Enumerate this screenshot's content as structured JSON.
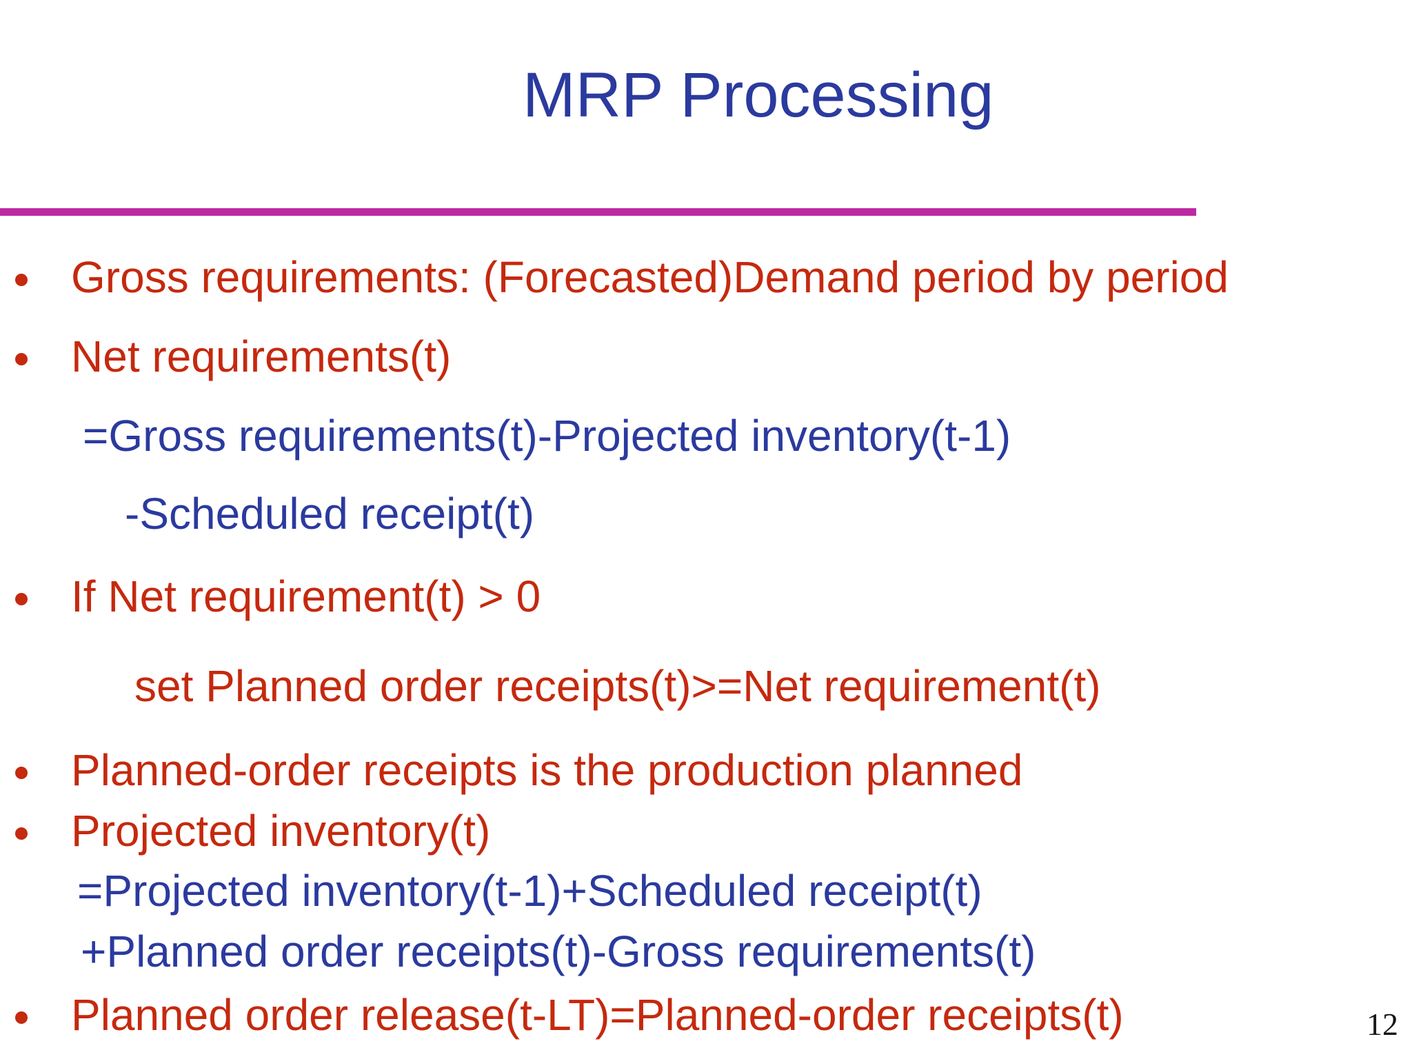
{
  "slide": {
    "title": "MRP Processing",
    "page_number": "12",
    "colors": {
      "title_blue": "#2b3a9e",
      "body_blue": "#2b3a9e",
      "body_red": "#c5290e",
      "divider_magenta": "#bc29a2",
      "background": "#ffffff",
      "page_number_black": "#161616"
    },
    "lines": [
      {
        "text": "Gross requirements: (Forecasted)Demand period by period",
        "color": "red",
        "bullet": true
      },
      {
        "text": "Net requirements(t)",
        "color": "red",
        "bullet": true
      },
      {
        "text": "=Gross requirements(t)-Projected inventory(t-1)",
        "color": "blue",
        "bullet": false
      },
      {
        "text": "-Scheduled receipt(t)",
        "color": "blue",
        "bullet": false
      },
      {
        "text": "If Net requirement(t) > 0",
        "color": "red",
        "bullet": true
      },
      {
        "text": "set Planned order receipts(t)>=Net requirement(t)",
        "color": "red",
        "bullet": false
      },
      {
        "text": "Planned-order receipts is the production planned",
        "color": "red",
        "bullet": true
      },
      {
        "text": "Projected inventory(t)",
        "color": "red",
        "bullet": true
      },
      {
        "text": "=Projected inventory(t-1)+Scheduled receipt(t)",
        "color": "blue",
        "bullet": false
      },
      {
        "text": "+Planned order receipts(t)-Gross requirements(t)",
        "color": "blue",
        "bullet": false
      },
      {
        "text": "Planned order release(t-LT)=Planned-order receipts(t)",
        "color": "red",
        "bullet": true
      }
    ]
  }
}
